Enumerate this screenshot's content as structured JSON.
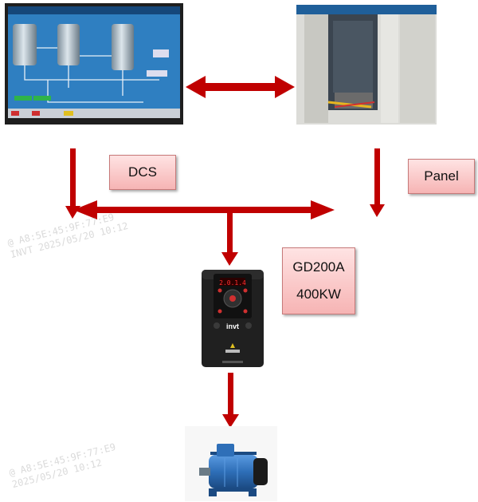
{
  "labels": {
    "dcs": "DCS",
    "panel": "Panel",
    "drive_model": "GD200A",
    "drive_power": "400KW"
  },
  "drive": {
    "display_value": "2.0.1.4",
    "brand": "invt"
  },
  "watermarks": [
    {
      "line1": "@ A8:5E:45:9F:77:E9",
      "line2": "INVT 2025/05/20 10:12"
    },
    {
      "line1": "@ A8:5E:45:9F:77:E9",
      "line2": "2025/05/20 10:12"
    }
  ],
  "colors": {
    "arrow": "#c00000",
    "label_fill_top": "#ffe3e3",
    "label_fill_bottom": "#f6b4b4",
    "screen_bg": "#2f7fc1",
    "cabinet": "#d9d9d6",
    "drive_body": "#202020",
    "motor": "#2e6fb8"
  },
  "icons": {
    "dcs_screen": "scada-screen-icon",
    "panel": "electrical-cabinet-icon",
    "drive": "frequency-inverter-icon",
    "motor": "electric-motor-icon"
  }
}
